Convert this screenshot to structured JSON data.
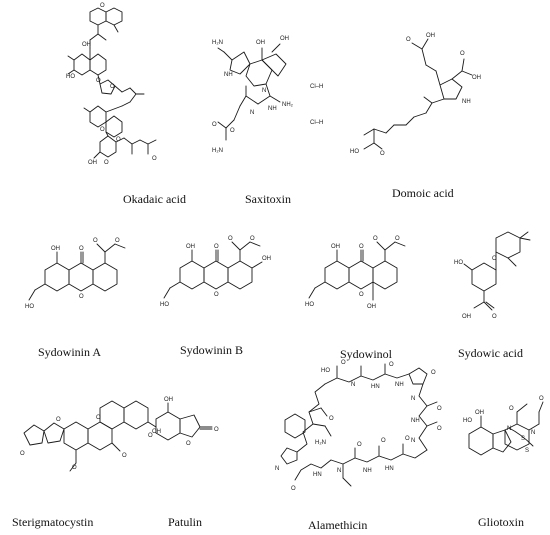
{
  "compounds": [
    {
      "name": "Okadaic acid",
      "atom_labels": [
        "O",
        "OH",
        "HO",
        "O",
        "O",
        "O",
        "O",
        "O",
        "OH",
        "O"
      ]
    },
    {
      "name": "Saxitoxin",
      "atom_labels": [
        "H₂N",
        "NH",
        "OH",
        "OH",
        "N",
        "NH",
        "NH₂",
        "N",
        "H₂N",
        "O",
        "O"
      ],
      "salt_labels": [
        "Cl–H",
        "Cl–H"
      ]
    },
    {
      "name": "Domoic acid",
      "atom_labels": [
        "O",
        "OH",
        "O",
        "OH",
        "NH",
        "HO",
        "O"
      ]
    },
    {
      "name": "Sydowinin A",
      "atom_labels": [
        "OH",
        "O",
        "O",
        "O",
        "O",
        "HO"
      ]
    },
    {
      "name": "Sydowinin B",
      "atom_labels": [
        "OH",
        "O",
        "O",
        "O",
        "O",
        "OH",
        "HO"
      ]
    },
    {
      "name": "Sydowinol",
      "atom_labels": [
        "OH",
        "O",
        "O",
        "O",
        "O",
        "OH",
        "HO"
      ]
    },
    {
      "name": "Sydowic acid",
      "atom_labels": [
        "HO",
        "O",
        "O",
        "OH"
      ]
    },
    {
      "name": "Sterigmatocystin",
      "atom_labels": [
        "O",
        "O",
        "O",
        "OH",
        "O",
        "O"
      ]
    },
    {
      "name": "Patulin",
      "atom_labels": [
        "OH",
        "O",
        "O",
        "O"
      ]
    },
    {
      "name": "Alamethicin",
      "atom_labels": [
        "HO",
        "O",
        "N",
        "HN",
        "O",
        "NH",
        "O",
        "N",
        "O",
        "NH",
        "H₂N",
        "O",
        "N",
        "HN",
        "O",
        "NH",
        "O",
        "N",
        "O",
        "HN",
        "O",
        "N",
        "O"
      ]
    },
    {
      "name": "Gliotoxin",
      "atom_labels": [
        "OH",
        "HO",
        "N",
        "O",
        "S",
        "S",
        "N",
        "O"
      ]
    }
  ]
}
